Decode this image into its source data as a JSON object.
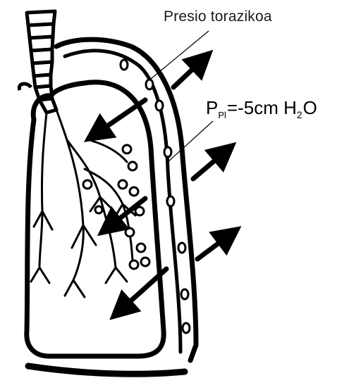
{
  "labels": {
    "thoracic_pressure": "Presio torazikoa",
    "pleural_pressure": {
      "symbol": "P",
      "subscript": "Pl",
      "value": "=-5cm H",
      "h2o_subscript": "2",
      "h2o_end": "O"
    }
  },
  "icons": {
    "outward_arrows": "arrow-icon",
    "inward_arrows": "arrow-icon",
    "trachea": "trachea-icon",
    "lung": "lung-icon",
    "chest_wall": "chest-wall-icon"
  },
  "colors": {
    "ink": "#000000",
    "background": "#ffffff"
  }
}
